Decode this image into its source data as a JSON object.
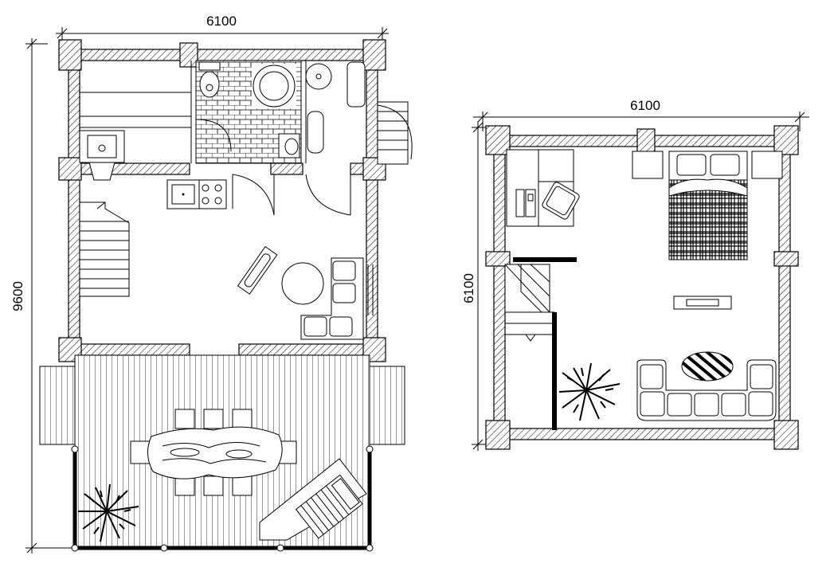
{
  "plans": [
    {
      "id": "ground-floor",
      "width_label": "6100",
      "height_label": "9600"
    },
    {
      "id": "upper-floor",
      "width_label": "6100",
      "height_label": "6100"
    }
  ],
  "colors": {
    "line": "#000000",
    "background": "#ffffff"
  }
}
